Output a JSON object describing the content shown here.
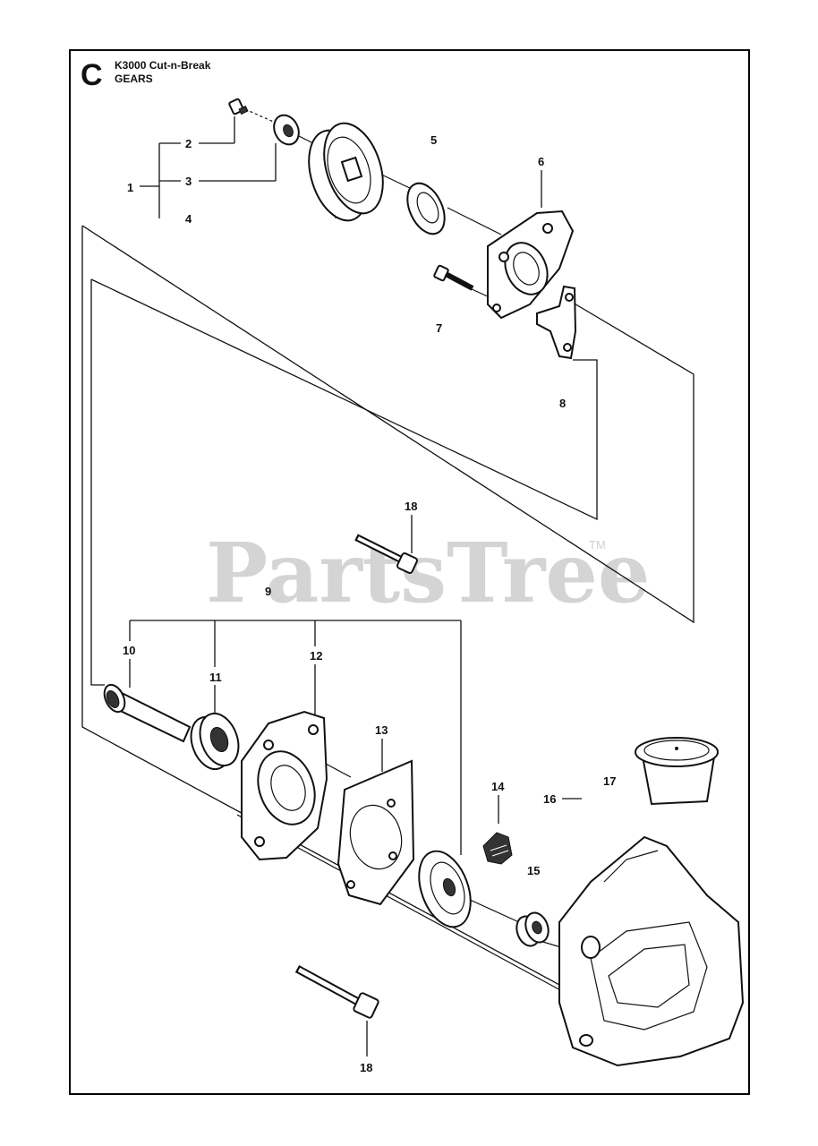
{
  "header": {
    "section_letter": "C",
    "model": "K3000 Cut-n-Break",
    "section_title": "GEARS"
  },
  "watermark": {
    "text": "PartsTree",
    "trademark": "TM"
  },
  "callouts": [
    "1",
    "2",
    "3",
    "4",
    "5",
    "6",
    "7",
    "8",
    "9",
    "10",
    "11",
    "12",
    "13",
    "14",
    "15",
    "16",
    "17",
    "18",
    "18"
  ]
}
